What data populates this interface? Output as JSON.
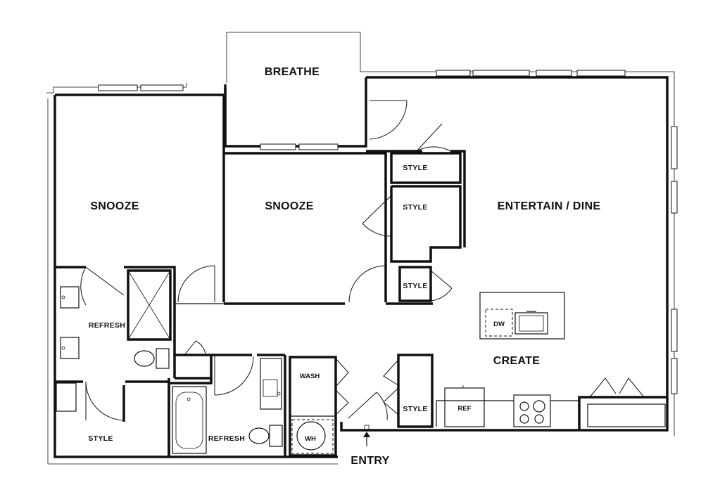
{
  "rooms": {
    "breathe": "BREATHE",
    "snooze_left": "SNOOZE",
    "snooze_center": "SNOOZE",
    "entertain_dine": "ENTERTAIN / DINE",
    "create": "CREATE",
    "refresh_left": "REFRESH",
    "refresh_center": "REFRESH",
    "style_bottom_left": "STYLE",
    "style_closet_1": "STYLE",
    "style_closet_2": "STYLE",
    "style_closet_3": "STYLE",
    "style_closet_entry": "STYLE"
  },
  "fixtures": {
    "wash": "WASH",
    "water_heater": "WH",
    "dishwasher": "DW",
    "refrigerator": "REF"
  },
  "entry": "ENTRY"
}
